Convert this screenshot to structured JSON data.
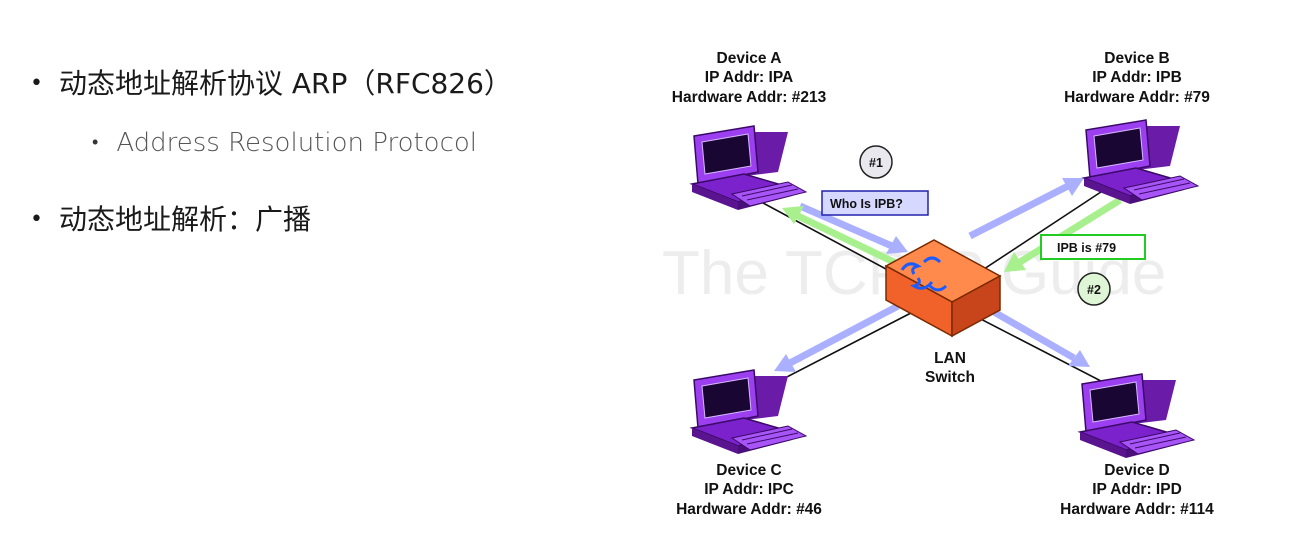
{
  "bullets": [
    {
      "text": "动态地址解析协议 ARP（RFC826）",
      "level": 1
    },
    {
      "text": "Address Resolution Protocol",
      "level": 2
    },
    {
      "text": "动态地址解析：广播",
      "level": 1
    }
  ],
  "diagram": {
    "watermark": "The TCP/IP Guide",
    "switch_label": [
      "LAN",
      "Switch"
    ],
    "devices": {
      "a": {
        "name": "Device A",
        "ip": "IP Addr: IPA",
        "hw": "Hardware Addr: #213"
      },
      "b": {
        "name": "Device B",
        "ip": "IP Addr: IPB",
        "hw": "Hardware Addr: #79"
      },
      "c": {
        "name": "Device C",
        "ip": "IP Addr: IPC",
        "hw": "Hardware Addr: #46"
      },
      "d": {
        "name": "Device D",
        "ip": "IP Addr: IPD",
        "hw": "Hardware Addr: #114"
      }
    },
    "step1": {
      "badge": "#1",
      "message": "Who Is IPB?"
    },
    "step2": {
      "badge": "#2",
      "message": "IPB is #79"
    },
    "colors": {
      "request_arrow": "#aab0ff",
      "reply_arrow": "#a8f08e",
      "switch": "#f0622a",
      "computer": "#8a2be2",
      "request_box_border": "#2222aa",
      "reply_box_border": "#22cc22"
    }
  }
}
